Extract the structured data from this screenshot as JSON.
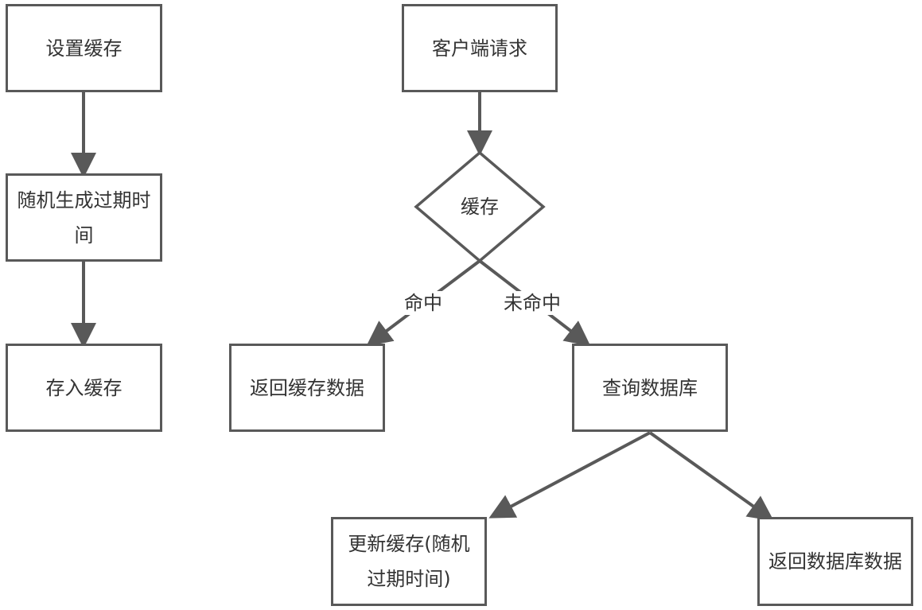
{
  "left_flow": {
    "step1": "设置缓存",
    "step2": "随机生成过期时间",
    "step3": "存入缓存"
  },
  "right_flow": {
    "start": "客户端请求",
    "decision": "缓存",
    "hit_label": "命中",
    "miss_label": "未命中",
    "hit_result": "返回缓存数据",
    "miss_action": "查询数据库",
    "update_cache": "更新缓存(随机过期时间)",
    "return_db": "返回数据库数据"
  },
  "colors": {
    "stroke": "#595959",
    "text": "#333333",
    "background": "#ffffff"
  }
}
